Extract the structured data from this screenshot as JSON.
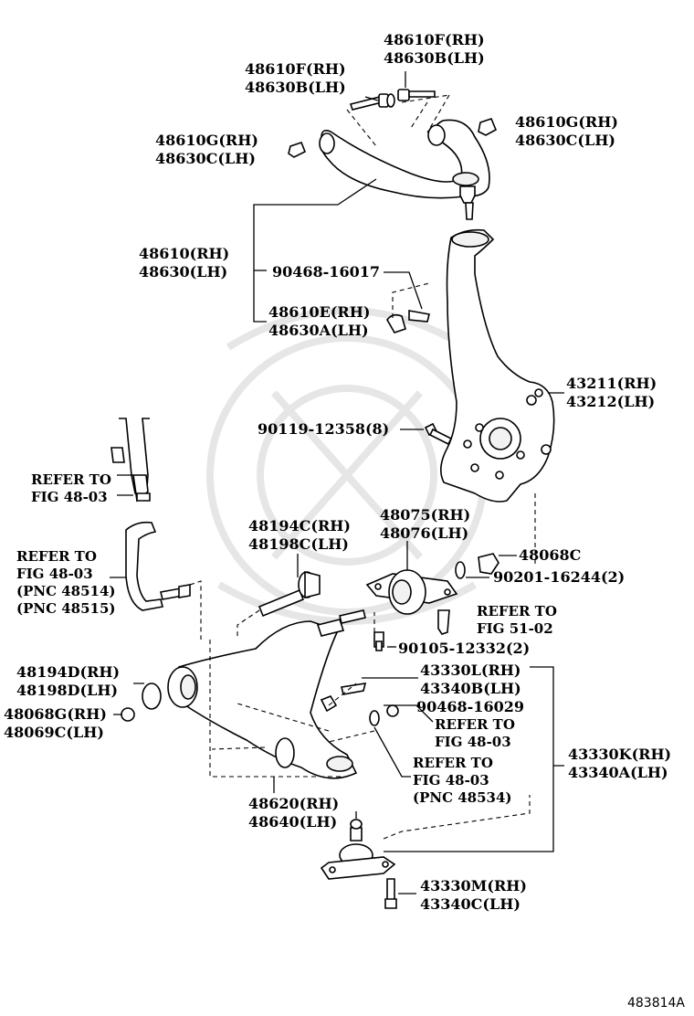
{
  "figure_id": "483814A",
  "labels": {
    "top_bolt_rh": "48610F(RH)",
    "top_bolt_lh": "48630B(LH)",
    "left_bolt_rh": "48610F(RH)",
    "left_bolt_lh": "48630B(LH)",
    "nut_left_rh": "48610G(RH)",
    "nut_left_lh": "48630C(LH)",
    "nut_right_rh": "48610G(RH)",
    "nut_right_lh": "48630C(LH)",
    "upper_arm_rh": "48610(RH)",
    "upper_arm_lh": "48630(LH)",
    "nut_90468_16017": "90468-16017",
    "bushing_rh": "48610E(RH)",
    "bushing_lh": "48630A(LH)",
    "knuckle_rh": "43211(RH)",
    "knuckle_lh": "43212(LH)",
    "bolt_90119": "90119-12358(8)",
    "refer1_a": "REFER TO",
    "refer1_b": "FIG 48-03",
    "cam_bolt_rh": "48194C(RH)",
    "cam_bolt_lh": "48198C(LH)",
    "bracket_rh": "48075(RH)",
    "bracket_lh": "48076(LH)",
    "nut_48068c": "48068C",
    "washer_90201": "90201-16244(2)",
    "refer2_a": "REFER TO",
    "refer2_b": "FIG 48-03",
    "refer2_c": "(PNC 48514)",
    "refer2_d": "(PNC 48515)",
    "refer3_a": "REFER TO",
    "refer3_b": "FIG 51-02",
    "bolt_90105": "90105-12332(2)",
    "washer_d_rh": "48194D(RH)",
    "washer_d_lh": "48198D(LH)",
    "nut_g_rh": "48068G(RH)",
    "nut_g_lh": "48069C(LH)",
    "bj_l_rh": "43330L(RH)",
    "bj_l_lh": "43340B(LH)",
    "nut_90468_16029": "90468-16029",
    "refer4_a": "REFER TO",
    "refer4_b": "FIG 48-03",
    "refer5_a": "REFER TO",
    "refer5_b": "FIG 48-03",
    "refer5_c": "(PNC 48534)",
    "bj_k_rh": "43330K(RH)",
    "bj_k_lh": "43340A(LH)",
    "lower_arm_rh": "48620(RH)",
    "lower_arm_lh": "48640(LH)",
    "bj_m_rh": "43330M(RH)",
    "bj_m_lh": "43340C(LH)"
  }
}
